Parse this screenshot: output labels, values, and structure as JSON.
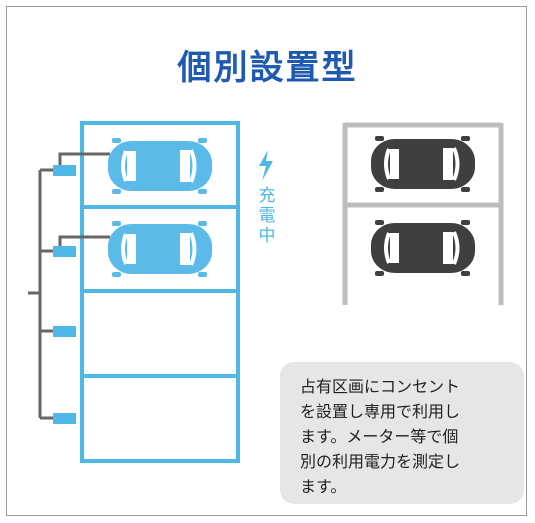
{
  "title": "個別設置型",
  "charging_label": [
    "充",
    "電",
    "中"
  ],
  "note_lines": [
    "占有区画にコンセント",
    "を設置し専用で利用し",
    "ます。メーター等で個",
    "別の利用電力を測定し",
    "ます。"
  ],
  "colors": {
    "title": "#1d5ab0",
    "accent_blue": "#4fb7e5",
    "car_blue": "#5bbbe8",
    "car_dark": "#3f3f3f",
    "rack_gray": "#bdbdbd",
    "wire_gray": "#666666",
    "note_bg": "#e6e6e6"
  },
  "icons": [
    "lightning-icon",
    "car-icon"
  ]
}
